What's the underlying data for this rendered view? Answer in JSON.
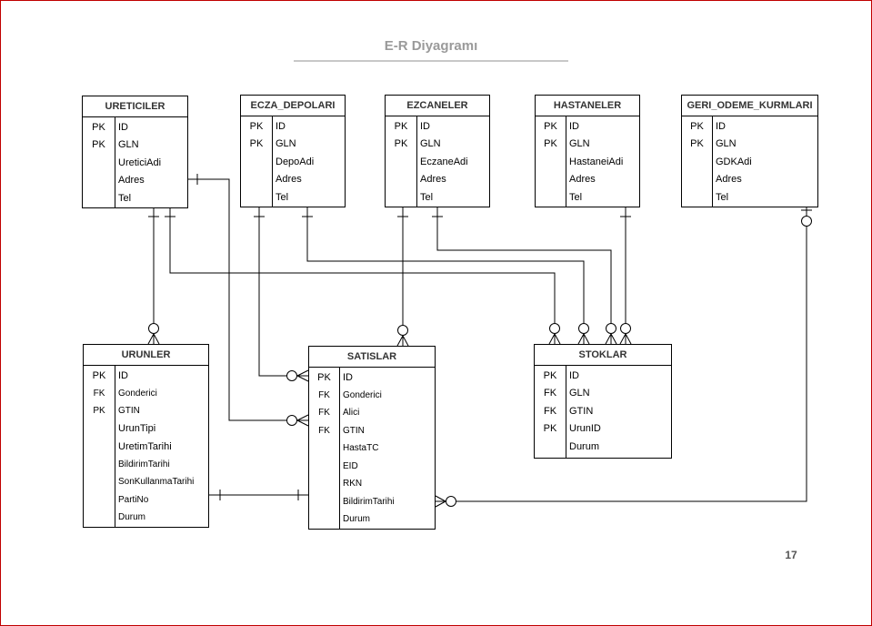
{
  "title": "E-R Diyagramı",
  "page_number": "17",
  "entities": {
    "ureticiler": {
      "name": "URETICILER",
      "rows": [
        {
          "key": "PK",
          "field": "ID"
        },
        {
          "key": "PK",
          "field": "GLN"
        },
        {
          "key": "",
          "field": "UreticiAdi"
        },
        {
          "key": "",
          "field": "Adres"
        },
        {
          "key": "",
          "field": "Tel"
        }
      ]
    },
    "ecza_depolari": {
      "name": "ECZA_DEPOLARI",
      "rows": [
        {
          "key": "PK",
          "field": "ID"
        },
        {
          "key": "PK",
          "field": "GLN"
        },
        {
          "key": "",
          "field": "DepoAdi"
        },
        {
          "key": "",
          "field": "Adres"
        },
        {
          "key": "",
          "field": "Tel"
        }
      ]
    },
    "eczaneler": {
      "name": "EZCANELER",
      "rows": [
        {
          "key": "PK",
          "field": "ID"
        },
        {
          "key": "PK",
          "field": "GLN"
        },
        {
          "key": "",
          "field": "EczaneAdi"
        },
        {
          "key": "",
          "field": "Adres"
        },
        {
          "key": "",
          "field": "Tel"
        }
      ]
    },
    "hastaneler": {
      "name": "HASTANELER",
      "rows": [
        {
          "key": "PK",
          "field": "ID"
        },
        {
          "key": "PK",
          "field": "GLN"
        },
        {
          "key": "",
          "field": "HastaneiAdi"
        },
        {
          "key": "",
          "field": "Adres"
        },
        {
          "key": "",
          "field": "Tel"
        }
      ]
    },
    "geri_odeme": {
      "name": "GERI_ODEME_KURMLARI",
      "rows": [
        {
          "key": "PK",
          "field": "ID"
        },
        {
          "key": "PK",
          "field": "GLN"
        },
        {
          "key": "",
          "field": "GDKAdi"
        },
        {
          "key": "",
          "field": "Adres"
        },
        {
          "key": "",
          "field": "Tel"
        }
      ]
    },
    "urunler": {
      "name": "URUNLER",
      "rows": [
        {
          "key": "PK",
          "field": "ID"
        },
        {
          "key": "FK",
          "field": "Gonderici"
        },
        {
          "key": "PK",
          "field": "GTIN"
        },
        {
          "key": "",
          "field": "UrunTipi"
        },
        {
          "key": "",
          "field": "UretimTarihi"
        },
        {
          "key": "",
          "field": "BildirimTarihi"
        },
        {
          "key": "",
          "field": "SonKullanmaTarihi"
        },
        {
          "key": "",
          "field": "PartiNo"
        },
        {
          "key": "",
          "field": "Durum"
        }
      ]
    },
    "satislar": {
      "name": "SATISLAR",
      "rows": [
        {
          "key": "PK",
          "field": "ID"
        },
        {
          "key": "FK",
          "field": "Gonderici"
        },
        {
          "key": "FK",
          "field": "Alici"
        },
        {
          "key": "FK",
          "field": "GTIN"
        },
        {
          "key": "",
          "field": "HastaTC"
        },
        {
          "key": "",
          "field": "EID"
        },
        {
          "key": "",
          "field": "RKN"
        },
        {
          "key": "",
          "field": "BildirimTarihi"
        },
        {
          "key": "",
          "field": "Durum"
        }
      ]
    },
    "stoklar": {
      "name": "STOKLAR",
      "rows": [
        {
          "key": "PK",
          "field": "ID"
        },
        {
          "key": "FK",
          "field": "GLN"
        },
        {
          "key": "FK",
          "field": "GTIN"
        },
        {
          "key": "PK",
          "field": "UrunID"
        },
        {
          "key": "",
          "field": "Durum"
        }
      ]
    }
  }
}
